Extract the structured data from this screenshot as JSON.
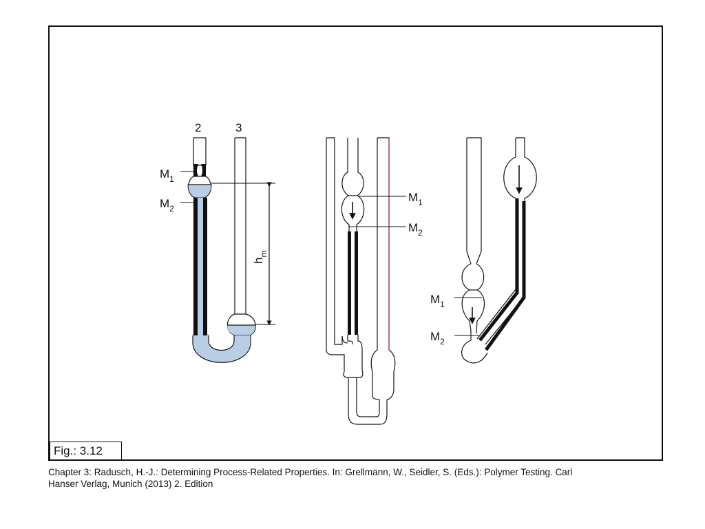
{
  "figure": {
    "label": "Fig.: 3.12",
    "caption_line1": "Chapter 3: Radusch, H.-J.: Determining Process-Related Properties. In: Grellmann, W., Seidler, S. (Eds.): Polymer Testing. Carl",
    "caption_line2": "Hanser Verlag, Munich (2013) 2. Edition"
  },
  "diagram": {
    "left": {
      "tube2_label": "2",
      "tube3_label": "3",
      "m1": "M",
      "m1_sub": "1",
      "m2": "M",
      "m2_sub": "2",
      "height": "h",
      "height_sub": "m"
    },
    "middle": {
      "m1": "M",
      "m1_sub": "1",
      "m2": "M",
      "m2_sub": "2"
    },
    "right": {
      "m1": "M",
      "m1_sub": "1",
      "m2": "M",
      "m2_sub": "2"
    }
  },
  "colors": {
    "liquid": "#b9cde4",
    "line": "#111111"
  }
}
